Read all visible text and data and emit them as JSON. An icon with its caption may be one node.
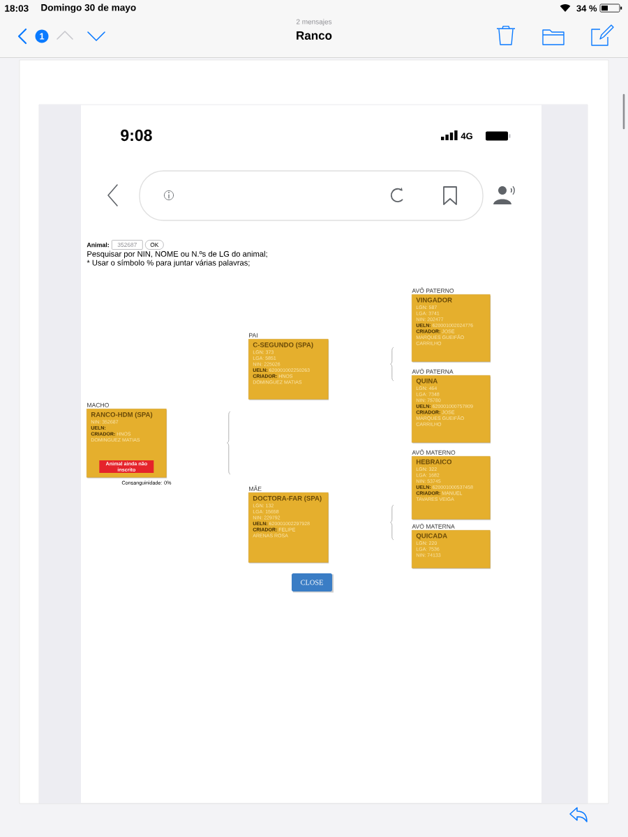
{
  "diagram": {
    "nodes": [
      {
        "text": [
          "MACHO",
          "RANCO-HDM (SPA)",
          "NIN: 352687",
          "UELN:",
          "**CRIADOR:** HNOS DOMINGUEZ MATIAS",
          "Animal ainda não inscrito"
        ],
        "beside": [
          "Consanguinidade: 0%"
        ]
      },
      {
        "text": [
          "PAI",
          "C-SEGUNDO (SPA)",
          "LGN: 373",
          "LGA: 5851",
          "NIN: 225026",
          "**UELN:** 620001002250263",
          "**CRIADOR:** HNOS DOMINGUEZ MATIAS"
        ]
      },
      {
        "text": [
          "MÃE",
          "DOCTORA-FAR (SPA)",
          "LGN: 132",
          "LGA: 15658",
          "NIN: 229792",
          "**UELN:** 620001002297928",
          "**CRIADOR:** FELIPE ARENAS ROSA"
        ]
      },
      {
        "text": [
          "AVÔ PATERNO",
          "VINGADOR",
          "LGN: 587",
          "LGA: 3741",
          "NIN: 202477",
          "**UELN:** 620001002024776",
          "**CRIADOR:** JOSE MARQUES GUEIFÃO CARRILHO"
        ]
      },
      {
        "text": [
          "AVÓ PATERNA",
          "QUINA",
          "LGN: 464",
          "LGA: 7348",
          "NIN: 75780",
          "**UELN:** 620001000757809",
          "**CRIADOR:** JOSE MARQUES GUEIFÃO CARRILHO"
        ]
      },
      {
        "text": [
          "AVÔ MATERNO",
          "HEBRAICO",
          "LGN: 322",
          "LGA: 1682",
          "NIN: 53745",
          "**UELN:** 620001000537458",
          "**CRIADOR:** MANUEL TAVARES VEIGA"
        ]
      },
      {
        "text": [
          "AVÓ MATERNA",
          "QUICADA",
          "LGN: 220",
          "LGA: 7536",
          "NIN: 74133"
        ]
      }
    ],
    "labels": [
      "18:03",
      "Domingo 30 de mayo",
      "34 %",
      "1",
      "2 mensajes",
      "Ranco",
      "9:08",
      "4G",
      "Animal:",
      "352687",
      "OK",
      "Pesquisar por NIN, NOME ou N.ºs de LG do animal;",
      "* Usar o símbolo % para juntar várias palavras;",
      "CLOSE"
    ]
  }
}
